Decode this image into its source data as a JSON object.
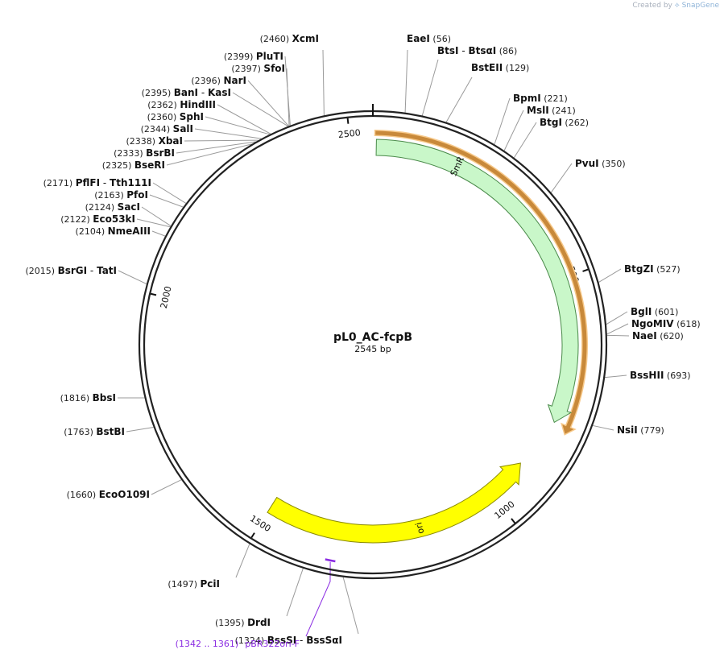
{
  "credit": {
    "prefix": "Created by",
    "brand": "SnapGene"
  },
  "plasmid": {
    "name": "pL0_AC-fcpB",
    "length_label": "2545 bp",
    "length": 2545
  },
  "colors": {
    "smr": "#c9f7c9",
    "smr_stroke": "#4a8a4a",
    "ori": "#ffff00",
    "ori_stroke": "#8a8a00",
    "orf": "#f5a623",
    "primer": "#8a2be2",
    "backbone": "#222222"
  },
  "ticks": [
    {
      "pos": 500,
      "label": "500"
    },
    {
      "pos": 1000,
      "label": "1000"
    },
    {
      "pos": 1500,
      "label": "1500"
    },
    {
      "pos": 2000,
      "label": "2000"
    },
    {
      "pos": 2500,
      "label": "2500"
    }
  ],
  "features": [
    {
      "name": "SmR",
      "start": 7,
      "end": 800
    },
    {
      "name": "ori",
      "start": 910,
      "end": 1500
    }
  ],
  "orf": {
    "start": 5,
    "end": 812
  },
  "primer": {
    "name": "pBR322ori-F",
    "range": "(1342 .. 1361)",
    "start": 1342,
    "end": 1361
  },
  "sites": [
    {
      "label": "XcmI",
      "pos": "(2460)",
      "bp": 2460
    },
    {
      "label": "PluTI",
      "pos": "(2399)",
      "bp": 2399
    },
    {
      "label": "SfoI",
      "pos": "(2397)",
      "bp": 2397
    },
    {
      "label": "NarI",
      "pos": "(2396)",
      "bp": 2396
    },
    {
      "label": "BanI",
      "label2": "KasI",
      "pos": "(2395)",
      "bp": 2395
    },
    {
      "label": "HindIII",
      "pos": "(2362)",
      "bp": 2362
    },
    {
      "label": "SphI",
      "pos": "(2360)",
      "bp": 2360
    },
    {
      "label": "SalI",
      "pos": "(2344)",
      "bp": 2344
    },
    {
      "label": "XbaI",
      "pos": "(2338)",
      "bp": 2338
    },
    {
      "label": "BsrBI",
      "pos": "(2333)",
      "bp": 2333
    },
    {
      "label": "BseRI",
      "pos": "(2325)",
      "bp": 2325
    },
    {
      "label": "PflFI",
      "label2": "Tth111I",
      "pos": "(2171)",
      "bp": 2171
    },
    {
      "label": "PfoI",
      "pos": "(2163)",
      "bp": 2163
    },
    {
      "label": "SacI",
      "pos": "(2124)",
      "bp": 2124
    },
    {
      "label": "Eco53kI",
      "pos": "(2122)",
      "bp": 2122
    },
    {
      "label": "NmeAIII",
      "pos": "(2104)",
      "bp": 2104
    },
    {
      "label": "BsrGI",
      "label2": "TatI",
      "pos": "(2015)",
      "bp": 2015
    },
    {
      "label": "BbsI",
      "pos": "(1816)",
      "bp": 1816
    },
    {
      "label": "BstBI",
      "pos": "(1763)",
      "bp": 1763
    },
    {
      "label": "EcoO109I",
      "pos": "(1660)",
      "bp": 1660
    },
    {
      "label": "PciI",
      "pos": "(1497)",
      "bp": 1497
    },
    {
      "label": "DrdI",
      "pos": "(1395)",
      "bp": 1395
    },
    {
      "label": "BssSI",
      "label2": "BssSαI",
      "pos": "(1324)",
      "bp": 1324
    },
    {
      "label": "EaeI",
      "pos": "(56)",
      "bp": 56
    },
    {
      "label": "BtsI",
      "label2": "BtsαI",
      "pos": "(86)",
      "bp": 86
    },
    {
      "label": "BstEII",
      "pos": "(129)",
      "bp": 129
    },
    {
      "label": "BpmI",
      "pos": "(221)",
      "bp": 221
    },
    {
      "label": "MslI",
      "pos": "(241)",
      "bp": 241
    },
    {
      "label": "BtgI",
      "pos": "(262)",
      "bp": 262
    },
    {
      "label": "PvuI",
      "pos": "(350)",
      "bp": 350
    },
    {
      "label": "BtgZI",
      "pos": "(527)",
      "bp": 527
    },
    {
      "label": "BglI",
      "pos": "(601)",
      "bp": 601
    },
    {
      "label": "NgoMIV",
      "pos": "(618)",
      "bp": 618
    },
    {
      "label": "NaeI",
      "pos": "(620)",
      "bp": 620
    },
    {
      "label": "BssHII",
      "pos": "(693)",
      "bp": 693
    },
    {
      "label": "NsiI",
      "pos": "(779)",
      "bp": 779
    }
  ]
}
